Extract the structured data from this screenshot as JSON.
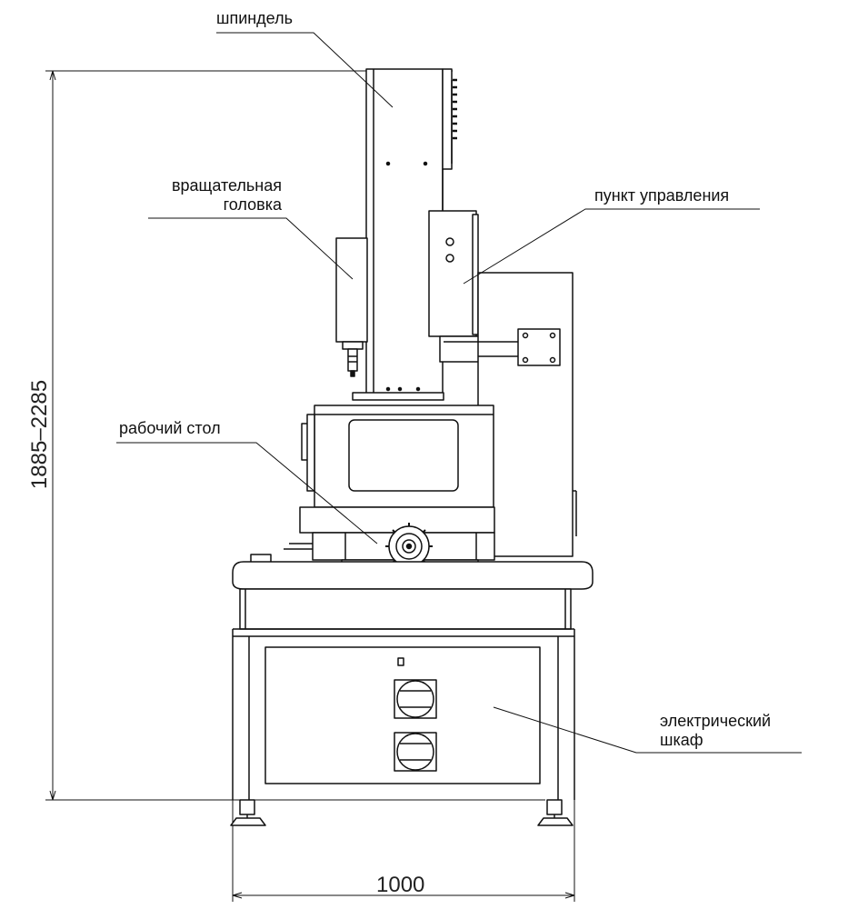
{
  "labels": {
    "spindle": "шпиндель",
    "rotary_head_line1": "вращательная",
    "rotary_head_line2": "головка",
    "control_panel": "пункт управления",
    "work_table": "рабочий стол",
    "electrical_cabinet_line1": "электрический",
    "electrical_cabinet_line2": "шкаф"
  },
  "dimensions": {
    "height": "1885–2285",
    "width": "1000"
  },
  "colors": {
    "line": "#111111",
    "background": "#ffffff"
  }
}
